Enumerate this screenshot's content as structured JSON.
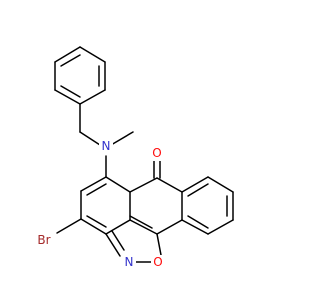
{
  "molecule": {
    "atom_labels": {
      "nitrogen_amine": "N",
      "oxygen_ketone": "O",
      "bromine": "Br",
      "nitrogen_ring": "N",
      "oxygen_ring": "O"
    },
    "colors": {
      "carbon_bond": "#000000",
      "nitrogen": "#3333cc",
      "oxygen": "#ff0d0d",
      "bromine": "#a52a2a"
    }
  }
}
